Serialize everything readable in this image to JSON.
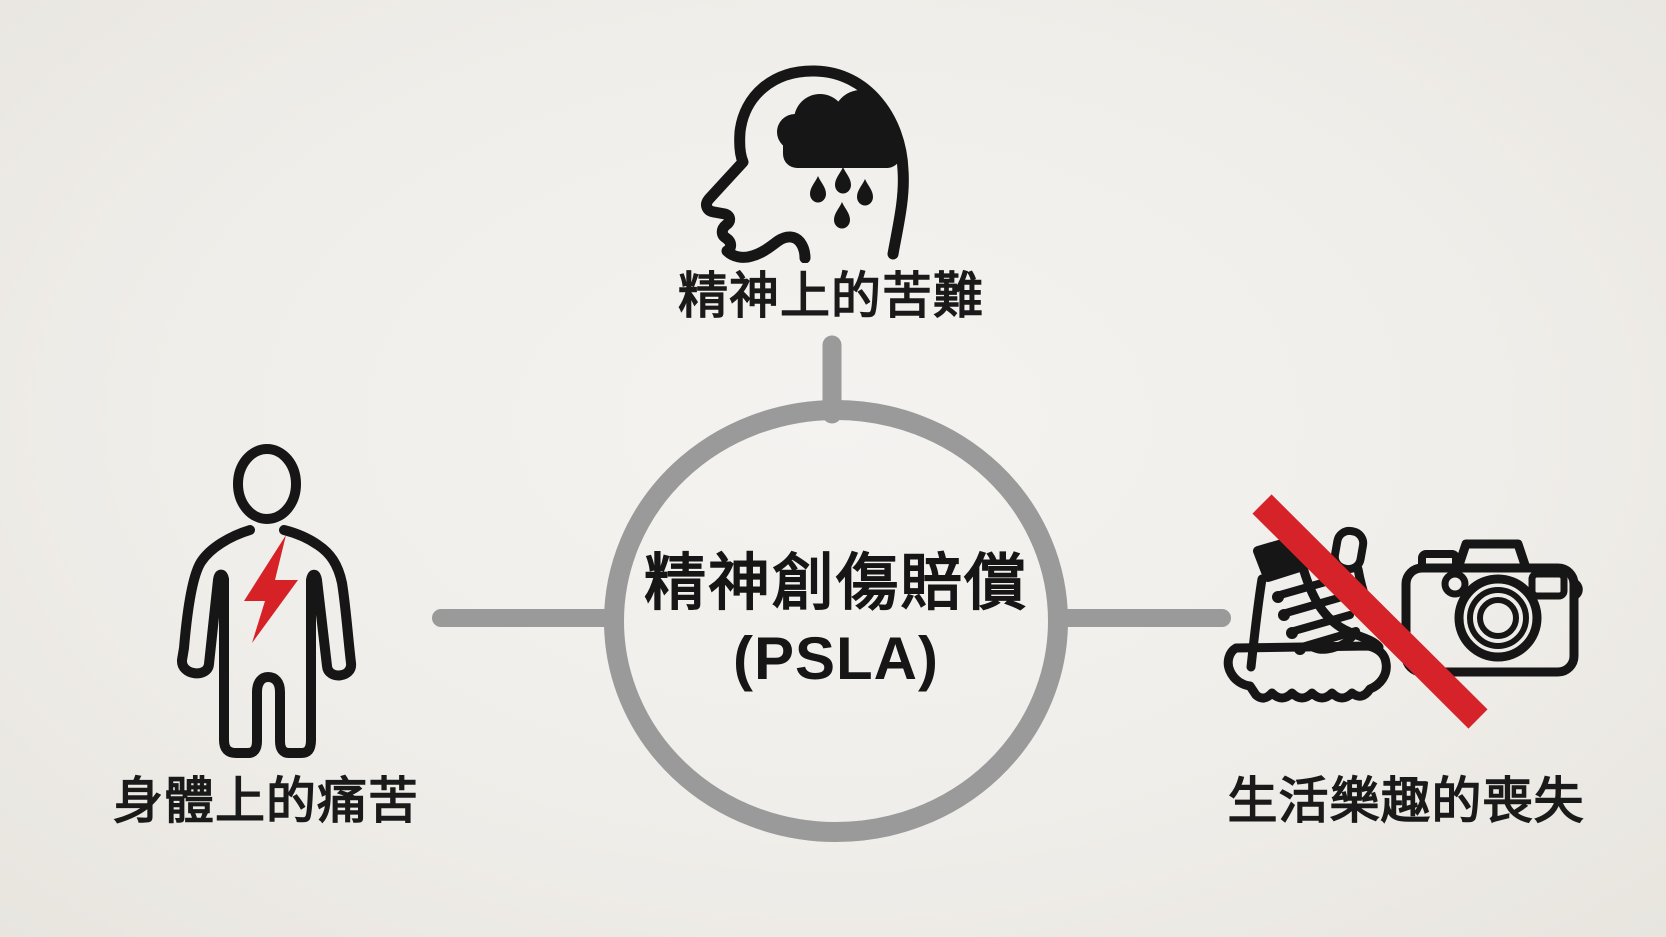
{
  "diagram": {
    "center": {
      "title_line1": "精神創傷賠償",
      "title_line2": "(PSLA)"
    },
    "branches": [
      {
        "id": "top",
        "label": "精神上的苦難",
        "icons": [
          "head-profile-rain-cloud-icon"
        ]
      },
      {
        "id": "left",
        "label": "身體上的痛苦",
        "icons": [
          "human-body-outline-icon",
          "lightning-bolt-icon"
        ]
      },
      {
        "id": "right",
        "label": "生活樂趣的喪失",
        "icons": [
          "hiking-boot-icon",
          "camera-icon",
          "prohibition-strikethrough"
        ]
      }
    ],
    "colors": {
      "background": "#f0eeea",
      "connector_gray": "#9a9a9a",
      "ink_black": "#1a1a1a",
      "accent_red": "#d62229"
    }
  }
}
